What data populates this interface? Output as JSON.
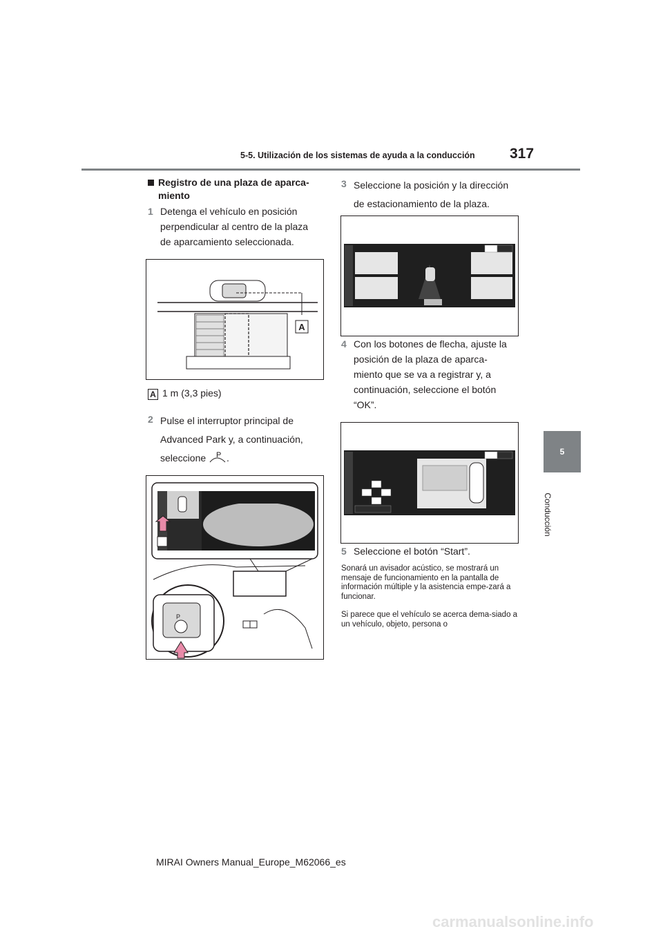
{
  "header": {
    "section_title": "5-5. Utilización de los sistemas de ayuda a la conducción",
    "page_number": "317"
  },
  "side_tab": {
    "chapter_number": "5",
    "chapter_label": "Conducción"
  },
  "section_heading": "Registro de una plaza de aparca-\nmiento",
  "steps": [
    {
      "num": "1",
      "text": "Detenga el vehículo en posición perpendicular al centro de la plaza de aparcamiento seleccionada."
    },
    {
      "num": "2",
      "text": "Pulse el interruptor principal de Advanced Park y, a continuación, seleccione"
    },
    {
      "num": "3",
      "text": "Seleccione la posición y la dirección de estacionamiento de la plaza."
    },
    {
      "num": "4",
      "text": "Con los botones de flecha, ajuste la posición de la plaza de aparca-miento que se va a registrar y, a continuación, seleccione el botón “OK”."
    },
    {
      "num": "5",
      "text": "Seleccione el botón “Start”."
    }
  ],
  "step2_suffix": ".",
  "figure1": {
    "marker": "A",
    "legend_marker": "A",
    "legend_text": "1 m (3,3 pies)"
  },
  "paragraphs": [
    "Sonará un avisador acústico, se mostrará un mensaje de funcionamiento en la pantalla de información múltiple y la asistencia empe-zará a funcionar.",
    "Si parece que el vehículo se acerca dema-siado a un vehículo, objeto, persona o"
  ],
  "footer": "MIRAI Owners Manual_Europe_M62066_es",
  "watermark": "carmanualsonline.info",
  "colors": {
    "gray_accent": "#7f8386",
    "highlight_pink": "#e88aa8",
    "screen_dark": "#1f1f1f"
  }
}
